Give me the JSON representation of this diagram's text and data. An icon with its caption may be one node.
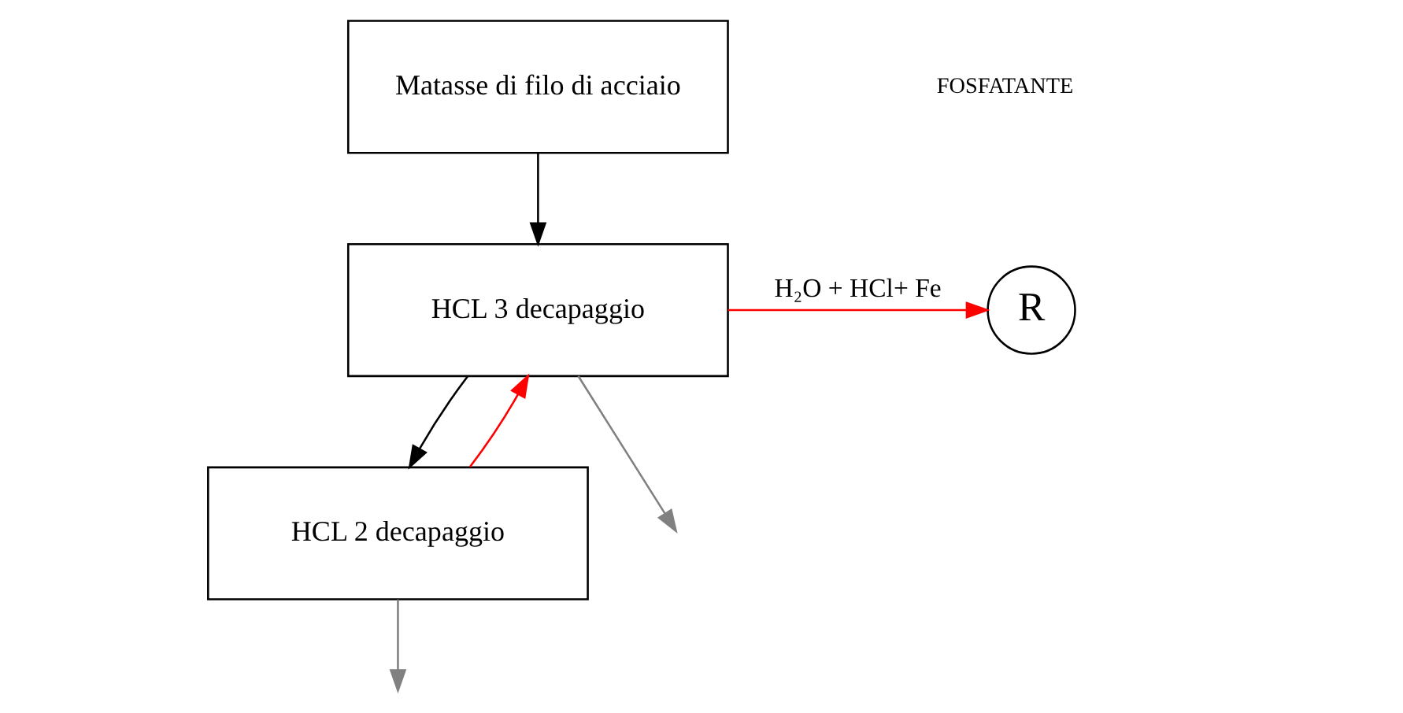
{
  "diagram": {
    "nodes": [
      {
        "text": [
          "Matasse di filo di acciaio"
        ]
      },
      {
        "text": [
          "HCL 3 decapaggio"
        ]
      },
      {
        "text": [
          "R"
        ]
      },
      {
        "text": [
          "HCL 2 decapaggio"
        ]
      }
    ],
    "edges": [
      {
        "from": 0,
        "to": 1,
        "arrow": "to"
      },
      {
        "from": 1,
        "to": 2,
        "arrow": "to",
        "label": "H₂O + HCl+ Fe",
        "color": "#ff0000"
      },
      {
        "from": 1,
        "to": 3,
        "arrow": "to"
      },
      {
        "from": 3,
        "to": 1,
        "arrow": "to",
        "color": "#ff0000"
      },
      {
        "from": 1,
        "to": null,
        "arrow": "to",
        "color": "#808080"
      },
      {
        "from": 3,
        "to": null,
        "arrow": "to",
        "color": "#808080"
      }
    ],
    "labels": [
      "FOSFATANTE"
    ]
  }
}
